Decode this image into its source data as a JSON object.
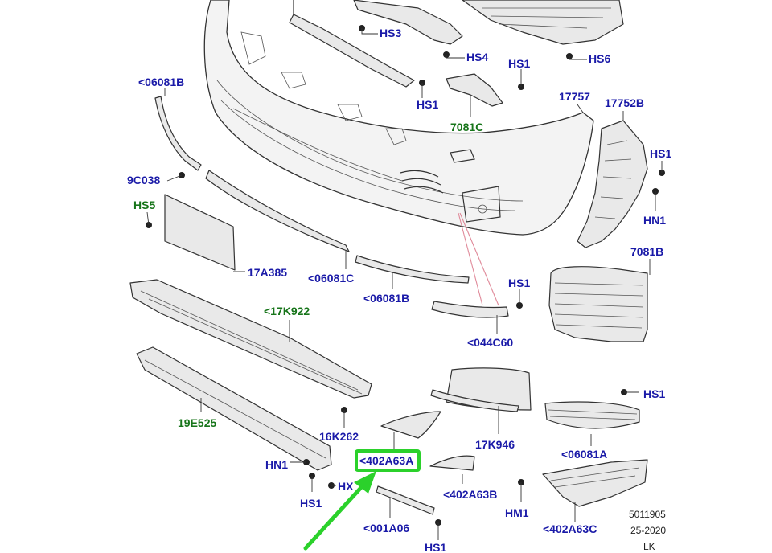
{
  "labels": {
    "hs3": "HS3",
    "hs4": "HS4",
    "hs6": "HS6",
    "hs1_top_a": "HS1",
    "hs1_top_b": "HS1",
    "l06081b_top": "<06081B",
    "l7081c": "7081C",
    "l17757": "17757",
    "l17752b": "17752B",
    "hs1_right_a": "HS1",
    "hn1_right": "HN1",
    "l9c038": "9C038",
    "hs5": "HS5",
    "l17a385": "17A385",
    "l06081c": "<06081C",
    "l06081b_mid": "<06081B",
    "l7081b": "7081B",
    "hs1_mid": "HS1",
    "l17k922": "<17K922",
    "l044c60": "<044C60",
    "l19e525": "19E525",
    "l16k262": "16K262",
    "hs1_right_b": "HS1",
    "l17k946": "17K946",
    "l06081a": "<06081A",
    "l402a63a": "<402A63A",
    "hn1_left": "HN1",
    "hx": "HX",
    "l402a63b": "<402A63B",
    "hs1_bottom_left": "HS1",
    "hm1": "HM1",
    "l001a06": "<001A06",
    "l402a63c": "<402A63C",
    "hs1_bottom": "HS1"
  },
  "catalog": {
    "ref_number": "5011905",
    "date": "25-2020",
    "initials": "LK"
  },
  "colors": {
    "label_blue": "#1a1aa8",
    "label_green": "#17751a",
    "highlight_green": "#2bd12b",
    "arrow_green": "#2bd12b"
  }
}
